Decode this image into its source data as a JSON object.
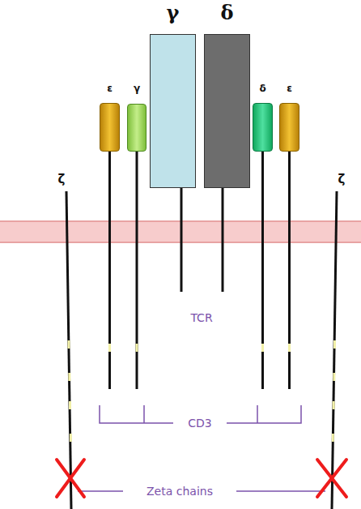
{
  "diagram": {
    "nodes": [
      {
        "text": [
          "ε"
        ]
      },
      {
        "text": [
          "γ"
        ]
      },
      {
        "text": [
          "γ"
        ]
      },
      {
        "text": [
          "δ"
        ]
      },
      {
        "text": [
          "δ"
        ]
      },
      {
        "text": [
          "ε"
        ]
      }
    ],
    "labels": [
      "ζ",
      "ζ",
      "TCR",
      "CD3",
      "Zeta chains"
    ]
  }
}
